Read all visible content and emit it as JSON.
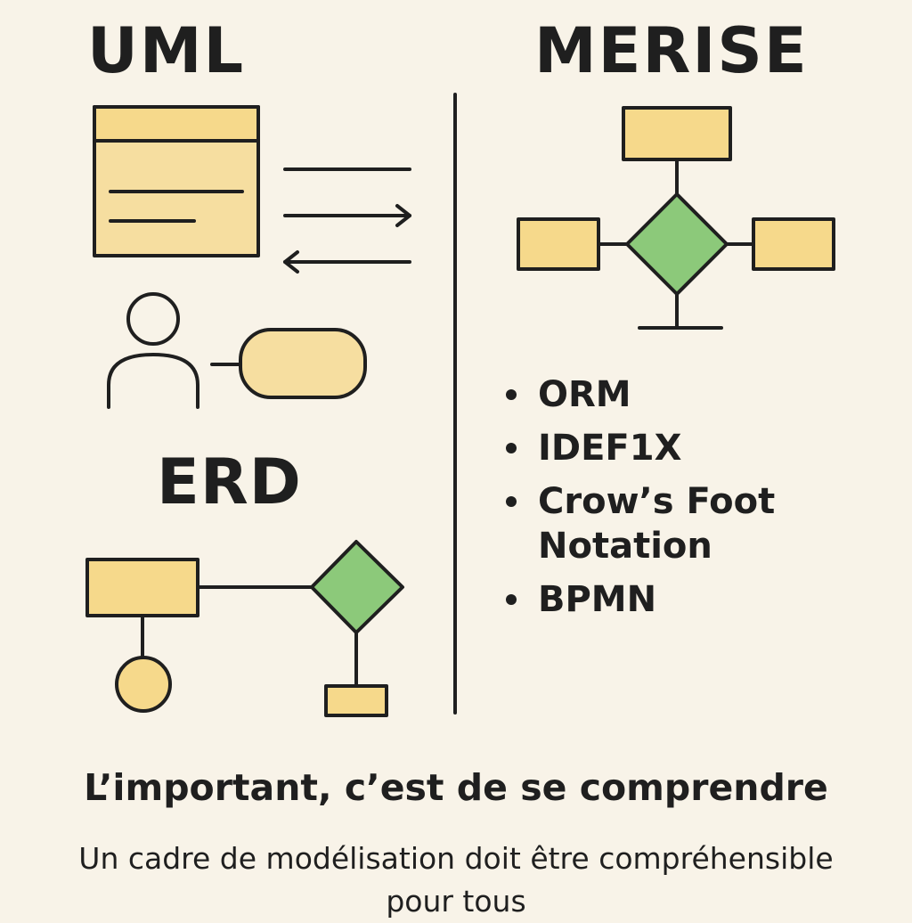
{
  "sections": {
    "uml": {
      "title": "UML"
    },
    "merise": {
      "title": "MERISE"
    },
    "erd": {
      "title": "ERD"
    }
  },
  "notations": [
    {
      "label": "ORM"
    },
    {
      "label": "IDEF1X"
    },
    {
      "label": "Crow’s Foot Notation"
    },
    {
      "label": "BPMN"
    }
  ],
  "footer": {
    "title": "L’important, c’est de se comprendre",
    "subtitle": "Un cadre de modélisation doit être compréhensible pour tous"
  },
  "colors": {
    "background": "#f8f3e8",
    "entity_fill": "#f6d98b",
    "relation_fill": "#8cc97a",
    "stroke": "#1f1f1f"
  }
}
